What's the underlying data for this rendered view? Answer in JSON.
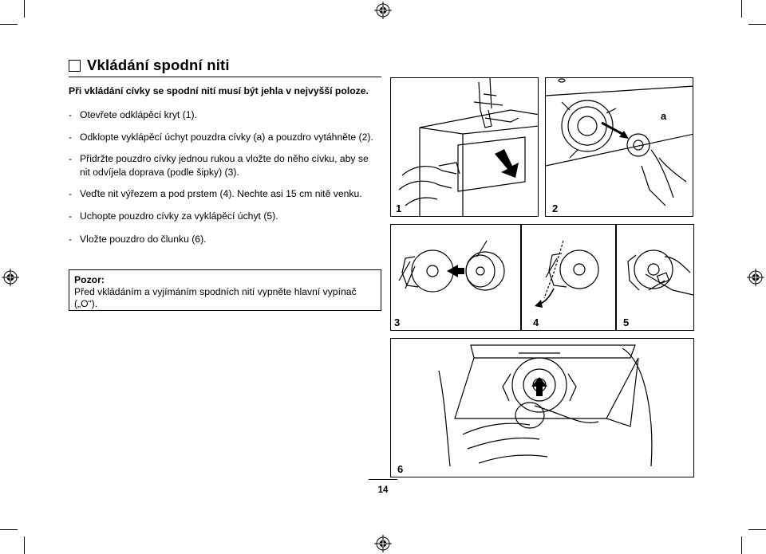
{
  "title": "Vkládání spodní niti",
  "intro": "Při vkládání cívky se spodní nití musí být jehla v nejvyšší poloze.",
  "steps": [
    {
      "dash": "-",
      "text": "Otevřete odklápěcí kryt (1)."
    },
    {
      "dash": "-",
      "text": "Odklopte vyklápěcí úchyt pouzdra cívky (a) a pouzdro vytáhněte (2)."
    },
    {
      "dash": "-",
      "text": "Přidržte pouzdro cívky jednou rukou a vložte do něho cívku, aby se nit odvíjela doprava (podle šipky) (3)."
    },
    {
      "dash": "-",
      "text": "Veďte nit výřezem a pod prstem (4). Nechte asi 15 cm nitě venku."
    },
    {
      "dash": "-",
      "text": "Uchopte pouzdro cívky za vyklápěcí úchyt (5)."
    },
    {
      "dash": "-",
      "text": "Vložte pouzdro do člunku (6)."
    }
  ],
  "note": {
    "title": "Pozor:",
    "text": "Před vkládáním a vyjímáním spodních nití vypněte hlavní vypínač („O“)."
  },
  "figures": {
    "f1": "1",
    "f2": "2",
    "f2_label": "a",
    "f3": "3",
    "f4": "4",
    "f5": "5",
    "f6": "6"
  },
  "page_number": "14"
}
